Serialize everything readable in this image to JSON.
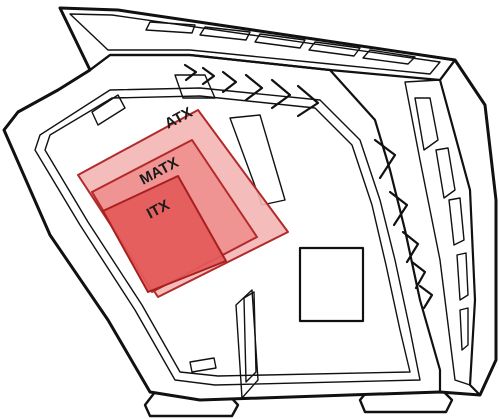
{
  "form_factors": [
    {
      "label": "ATX",
      "fill": "#f4b6b6",
      "stroke": "#b22a2a"
    },
    {
      "label": "MATX",
      "fill": "#ef8f8f",
      "stroke": "#b22a2a"
    },
    {
      "label": "ITX",
      "fill": "#e45a5a",
      "stroke": "#a81f1f"
    }
  ],
  "colors": {
    "outline": "#111111",
    "background": "#ffffff"
  }
}
